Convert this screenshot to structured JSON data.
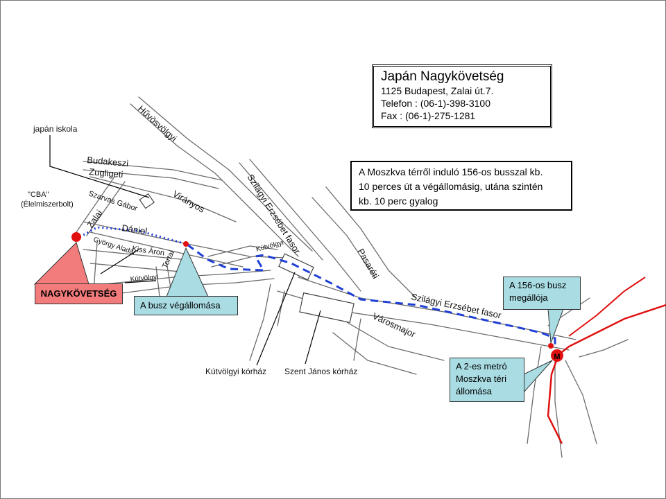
{
  "embassy": {
    "name": "Japán Nagykövetség",
    "address": "1125 Budapest, Zalai út.7.",
    "phone": "Telefon : (06-1)-398-3100",
    "fax": "Fax : (06-1)-275-1281"
  },
  "route_info": {
    "line1": "A Moszkva térről induló 156-os busszal kb.",
    "line2": "10 perces út a végállomásig, utána szintén",
    "line3": "kb. 10 perc gyalog"
  },
  "labels": {
    "embassy_marker": "NAGYKÖVETSÉG",
    "bus_terminus": "A busz végállomása",
    "bus_stop_line1": "A 156-os busz",
    "bus_stop_line2": "megállója",
    "metro_line1": "A 2-es metró",
    "metro_line2": "Moszkva téri",
    "metro_line3": "állomása",
    "metro_symbol": "M",
    "japanese_school": "japán iskola",
    "cba": "\"CBA\"",
    "cba_sub": "(Élelmiszerbolt)",
    "kutvolgyi_hospital": "Kútvölgyi kórház",
    "szent_janos_hospital": "Szent János kórház"
  },
  "streets": {
    "huvosvolgyi": "Hűvösvölgyi",
    "budakeszi": "Budakeszi",
    "zugligeti": "Zugligeti",
    "szarvas_gabor": "Szarvas Gábor",
    "zalai": "Zalai",
    "daniel": "Dániel",
    "gyorgy_aladar": "György Aladár",
    "kiss_aron": "Kiss Áron",
    "tortai": "Tortai",
    "kutvolgyi_lower": "Kútvölgyi",
    "viranyos": "Virányos",
    "szilagyi_upper": "Szilágyi Erzsébet fasor",
    "kutvolgyi_upper": "Kútvölgyi",
    "pasareti": "Pasaréti",
    "szilagyi_lower": "Szilágyi Erzsébet fasor",
    "varosmajor": "Városmajor"
  },
  "colors": {
    "route": "#1f3fd6",
    "metro_line": "#e01010",
    "embassy_marker": "#e01010",
    "callout_fill": "#a9dce3",
    "embassy_label_fill": "#f27b7b",
    "street_line": "#6b6b6b"
  }
}
